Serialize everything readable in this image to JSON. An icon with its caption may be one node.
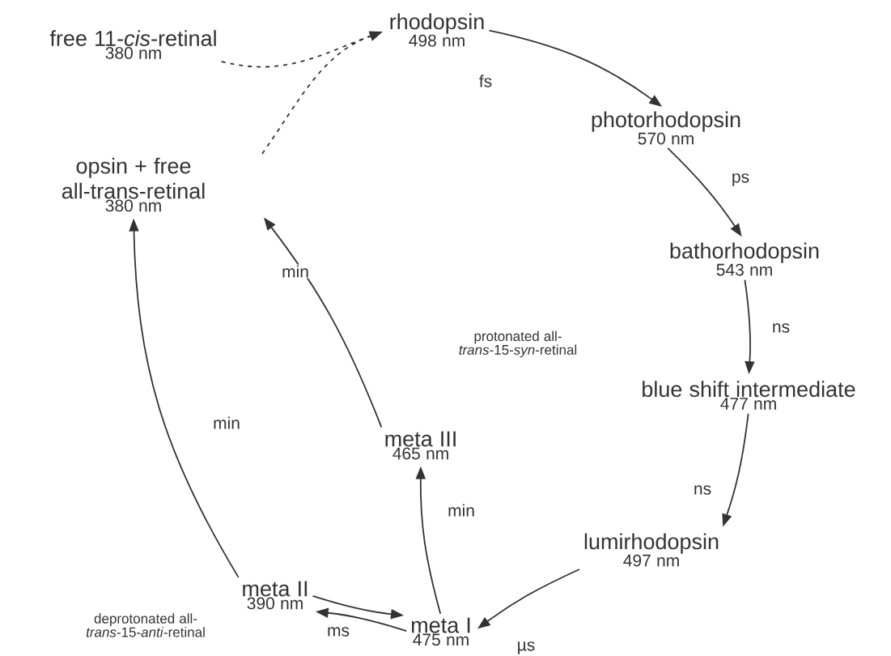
{
  "diagram": {
    "nodes": [
      {
        "text": [
          "free 11-*cis*-retinal",
          "380 nm"
        ]
      },
      {
        "text": [
          "rhodopsin",
          "498 nm"
        ]
      },
      {
        "text": [
          "photorhodopsin",
          "570 nm"
        ]
      },
      {
        "text": [
          "bathorhodopsin",
          "543 nm"
        ]
      },
      {
        "text": [
          "blue shift intermediate",
          "477 nm"
        ]
      },
      {
        "text": [
          "lumirhodopsin",
          "497 nm"
        ]
      },
      {
        "text": [
          "meta I",
          "475 nm"
        ]
      },
      {
        "text": [
          "meta II",
          "390 nm"
        ],
        "beside": [
          "deprotonated all-*trans*-15-*anti*-retinal"
        ]
      },
      {
        "text": [
          "meta III",
          "465 nm"
        ]
      },
      {
        "text": [
          "opsin + free all-trans-retinal",
          "380 nm"
        ]
      }
    ],
    "edges": [
      {
        "from": 0,
        "to": 1,
        "arrow": "to",
        "style": "dashed"
      },
      {
        "from": 9,
        "to": 1,
        "arrow": "to",
        "style": "dashed"
      },
      {
        "from": 1,
        "to": 2,
        "arrow": "to",
        "label": "fs"
      },
      {
        "from": 2,
        "to": 3,
        "arrow": "to",
        "label": "ps"
      },
      {
        "from": 3,
        "to": 4,
        "arrow": "to",
        "label": "ns"
      },
      {
        "from": 4,
        "to": 5,
        "arrow": "to",
        "label": "ns"
      },
      {
        "from": 5,
        "to": 6,
        "arrow": "to",
        "label": "µs"
      },
      {
        "from": 7,
        "to": 6,
        "arrow": "to"
      },
      {
        "from": 6,
        "to": 7,
        "arrow": "to",
        "label": "ms"
      },
      {
        "from": 6,
        "to": 8,
        "arrow": "to",
        "label": "min"
      },
      {
        "from": 8,
        "to": 9,
        "arrow": "to",
        "label": "min"
      },
      {
        "from": 7,
        "to": 9,
        "arrow": "to",
        "label": "min"
      }
    ],
    "labels": [
      "protonated all-*trans*-15-*syn*-retinal"
    ]
  }
}
